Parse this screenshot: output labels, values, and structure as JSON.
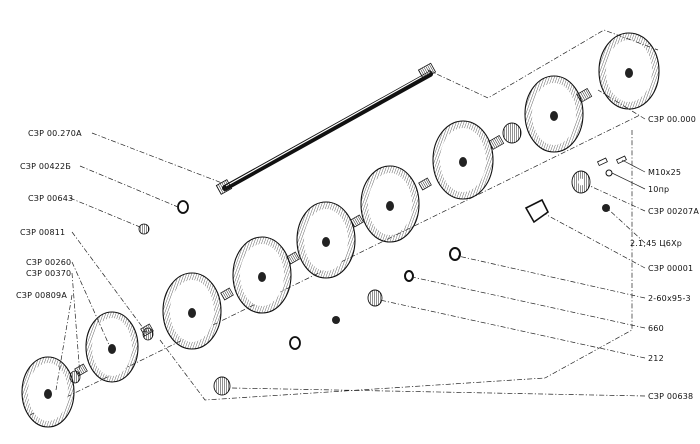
{
  "labels": {
    "shaft": "СЗР 00.270А",
    "ring": "СЗР 00422Б",
    "nut_left": "СЗР 00643",
    "bearing_housing": "СЗР 00811",
    "disk_outer": "СЗР 00260",
    "spacer_left": "СЗР 00370",
    "disk_end": "СЗР 00809А",
    "assembly": "СЗР 00.000",
    "bolt": "М10х25",
    "washer": "10пр",
    "hub": "СЗР 00207А",
    "lock_pin": "2.1,45 Ц6Хр",
    "bracket": "СЗР 00001",
    "seal": "2-60х95-3",
    "bearing": "660",
    "circlip": "212",
    "end_nut": "СЗР 00638"
  },
  "colors": {
    "ink": "#111111",
    "paper": "#ffffff",
    "hatch": "#444444"
  }
}
